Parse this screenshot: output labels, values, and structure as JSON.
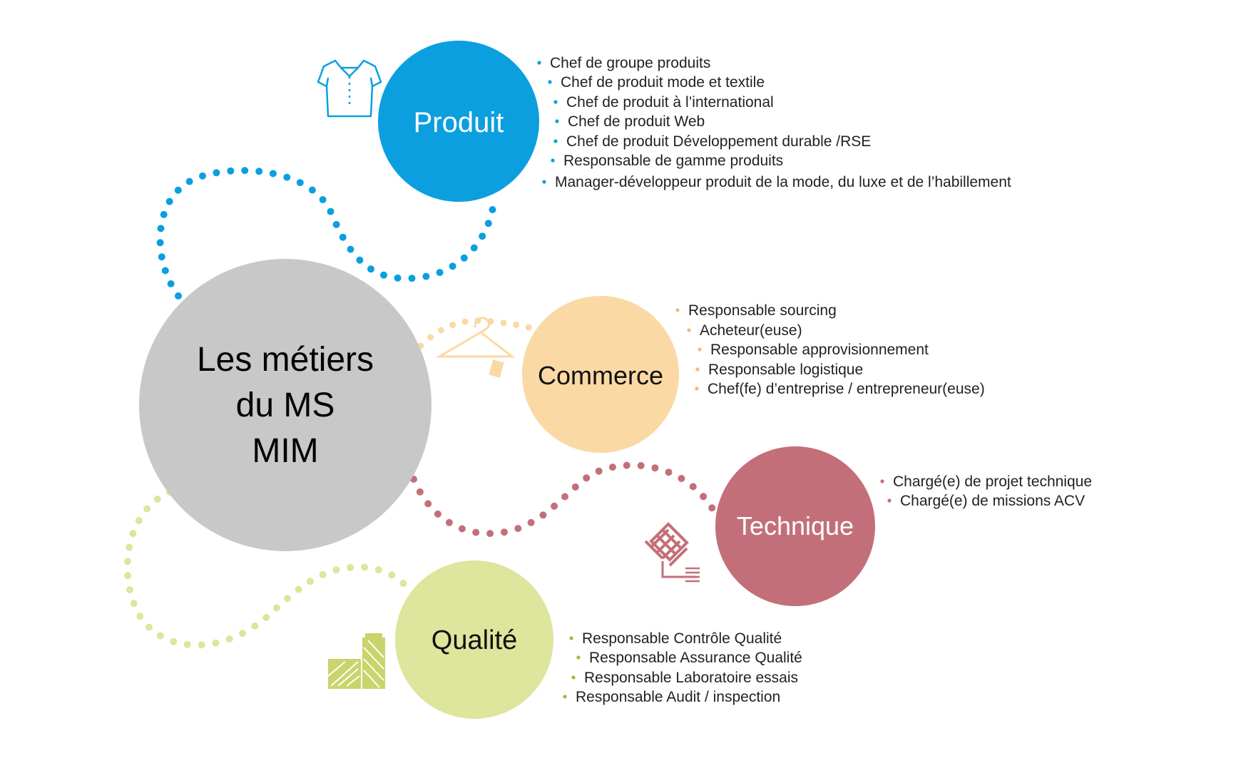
{
  "center": {
    "lines": [
      "Les métiers",
      "du MS",
      "MIM"
    ],
    "color": "#c8c8c8"
  },
  "produit": {
    "label": "Produit",
    "color": "#0b9fdf",
    "icon": "shirt-icon",
    "items": [
      "Chef de groupe produits",
      "Chef de produit mode et textile",
      "Chef de produit à l’international",
      "Chef de produit Web",
      "Chef de produit Développement durable /RSE",
      "Responsable de gamme produits",
      "Manager-développeur produit de la mode, du luxe et de l’habillement"
    ]
  },
  "commerce": {
    "label": "Commerce",
    "color": "#fad9a5",
    "icon": "hanger-icon",
    "items": [
      "Responsable sourcing",
      "Acheteur(euse)",
      "Responsable approvisionnement",
      "Responsable logistique",
      "Chef(fe) d’entreprise / entrepreneur(euse)"
    ]
  },
  "technique": {
    "label": "Technique",
    "color": "#c36f79",
    "icon": "fabric-knot-icon",
    "items": [
      "Chargé(e) de projet technique",
      "Chargé(e) de missions ACV"
    ]
  },
  "qualite": {
    "label": "Qualité",
    "color": "#dee59c",
    "icon": "textile-pattern-icon",
    "items": [
      "Responsable Contrôle Qualité",
      "Responsable Assurance Qualité",
      "Responsable Laboratoire essais",
      "Responsable Audit / inspection"
    ]
  }
}
